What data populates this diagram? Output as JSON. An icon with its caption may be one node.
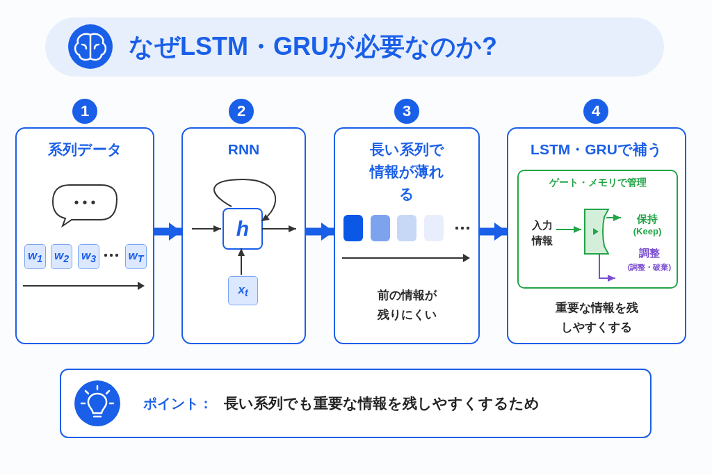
{
  "diagram": {
    "title": "なぜLSTM・GRUが必要なのか?",
    "nodes": [
      {
        "text": [
          "系列データ"
        ],
        "beside": [
          "1"
        ]
      },
      {
        "text": [
          "w$_{1}$"
        ],
        "in": 0
      },
      {
        "text": [
          "w$_{2}$"
        ],
        "in": 0
      },
      {
        "text": [
          "w$_{3}$"
        ],
        "in": 0
      },
      {
        "text": [
          "w$_{T}$"
        ],
        "in": 0
      },
      {
        "text": [
          "RNN"
        ],
        "beside": [
          "2"
        ]
      },
      {
        "text": [
          "h"
        ],
        "in": 5
      },
      {
        "text": [
          "x$_{t}$"
        ],
        "in": 5
      },
      {
        "text": [
          "長い系列で情報が薄れる",
          "前の情報が残りにくい"
        ],
        "beside": [
          "3"
        ]
      },
      {
        "text": [],
        "shape": "box",
        "in": 8
      },
      {
        "text": [],
        "shape": "box",
        "in": 8
      },
      {
        "text": [],
        "shape": "box",
        "in": 8
      },
      {
        "text": [],
        "shape": "box",
        "in": 8
      },
      {
        "text": [
          "LSTM・GRUで補う",
          "重要な情報を残しやすくする"
        ],
        "beside": [
          "4"
        ]
      },
      {
        "text": [
          "ゲート・メモリで管理"
        ],
        "in": 13
      },
      {
        "text": [
          "入力情報"
        ],
        "in": 14
      },
      {
        "text": [],
        "shape": "box",
        "in": 14
      },
      {
        "text": [
          "保持",
          "(Keep)"
        ],
        "in": 14
      },
      {
        "text": [
          "調整",
          "(調整・破棄)"
        ],
        "in": 14
      },
      {
        "text": [
          "ポイント：",
          "長い系列でも重要な情報を残しやすくするため"
        ]
      }
    ],
    "edges": [
      {
        "from": 0,
        "to": 5,
        "arrow": "to",
        "style": "thick",
        "color": "#1a5fe8"
      },
      {
        "from": 5,
        "to": 8,
        "arrow": "to",
        "style": "thick",
        "color": "#1a5fe8"
      },
      {
        "from": 8,
        "to": 13,
        "arrow": "to",
        "style": "thick",
        "color": "#1a5fe8"
      },
      {
        "from": null,
        "to": 6,
        "arrow": "to"
      },
      {
        "from": 6,
        "to": 6,
        "arrow": "to"
      },
      {
        "from": 6,
        "to": null,
        "arrow": "to"
      },
      {
        "from": 7,
        "to": 6,
        "arrow": "to"
      },
      {
        "from": 15,
        "to": 16,
        "arrow": "to",
        "color": "#22a447"
      },
      {
        "from": 16,
        "to": 17,
        "arrow": "to",
        "color": "#22a447"
      },
      {
        "from": 16,
        "to": 18,
        "arrow": "to",
        "color": "#7b4fd0"
      }
    ]
  }
}
